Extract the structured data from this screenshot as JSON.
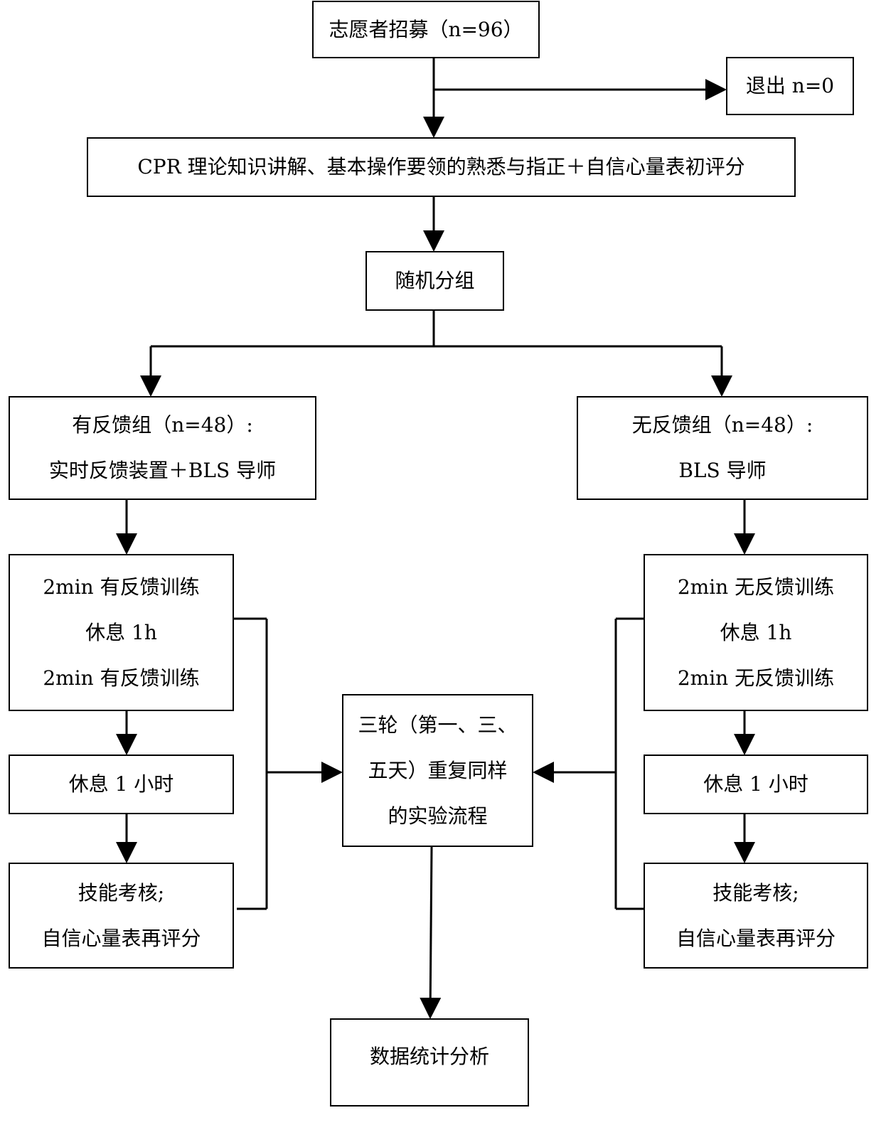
{
  "flowchart": {
    "recruit": "志愿者招募（n=96）",
    "exit": "退出 n=0",
    "theory": "CPR 理论知识讲解、基本操作要领的熟悉与指正＋自信心量表初评分",
    "randomize": "随机分组",
    "feedback_group": {
      "line1": "有反馈组（n=48）:",
      "line2": "实时反馈装置＋BLS 导师"
    },
    "no_feedback_group": {
      "line1": "无反馈组（n=48）:",
      "line2": "BLS 导师"
    },
    "feedback_training": {
      "line1": "2min 有反馈训练",
      "line2": "休息 1h",
      "line3": "2min 有反馈训练"
    },
    "no_feedback_training": {
      "line1": "2min 无反馈训练",
      "line2": "休息 1h",
      "line3": "2min 无反馈训练"
    },
    "feedback_rest": "休息 1 小时",
    "no_feedback_rest": "休息 1 小时",
    "feedback_assessment": {
      "line1": "技能考核;",
      "line2": "自信心量表再评分"
    },
    "no_feedback_assessment": {
      "line1": "技能考核;",
      "line2": "自信心量表再评分"
    },
    "repeat": {
      "line1": "三轮（第一、三、",
      "line2": "五天）重复同样",
      "line3": "的实验流程"
    },
    "analysis": "数据统计分析"
  }
}
